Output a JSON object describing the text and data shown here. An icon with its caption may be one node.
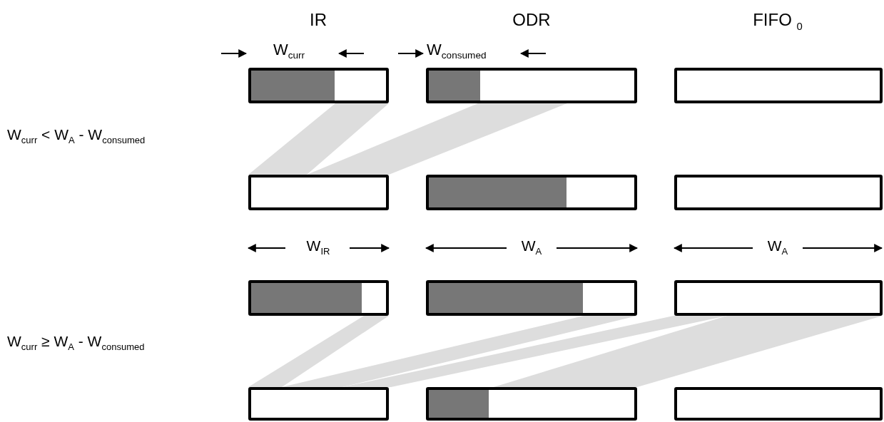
{
  "diagram": {
    "nodes": [
      {
        "text": [],
        "shape": "box"
      },
      {
        "text": [],
        "shape": "box"
      },
      {
        "text": [],
        "shape": "box"
      },
      {
        "text": [],
        "shape": "box"
      },
      {
        "text": [],
        "shape": "box"
      },
      {
        "text": [],
        "shape": "box"
      },
      {
        "text": [],
        "shape": "box"
      },
      {
        "text": [],
        "shape": "box"
      },
      {
        "text": [],
        "shape": "box"
      },
      {
        "text": [],
        "shape": "box"
      },
      {
        "text": [],
        "shape": "box"
      },
      {
        "text": [],
        "shape": "box"
      }
    ],
    "edges": [
      {
        "from": 0,
        "to": 3,
        "arrow": "none",
        "style": "thick",
        "color": "#dddddd"
      },
      {
        "from": 1,
        "to": 3,
        "arrow": "none",
        "style": "thick",
        "color": "#dddddd"
      },
      {
        "from": 6,
        "to": 9,
        "arrow": "none",
        "style": "thick",
        "color": "#dddddd"
      },
      {
        "from": 7,
        "to": 9,
        "arrow": "none",
        "style": "thick",
        "color": "#dddddd"
      },
      {
        "from": 8,
        "to": 9,
        "arrow": "none",
        "style": "thick",
        "color": "#dddddd"
      },
      {
        "from": 8,
        "to": 10,
        "arrow": "none",
        "style": "thick",
        "color": "#dddddd"
      }
    ],
    "labels": [
      "IR",
      "ODR",
      "FIFO $_{0}$",
      "W$_{curr}$",
      "W$_{consumed}$",
      "W$_{curr}$ <  W$_{A}$ - W$_{consumed}$",
      "W$_{IR}$",
      "W$_{A}$",
      "W$_{A}$",
      "W$_{curr}$ ≥  W$_{A}$ - W$_{consumed}$"
    ]
  }
}
